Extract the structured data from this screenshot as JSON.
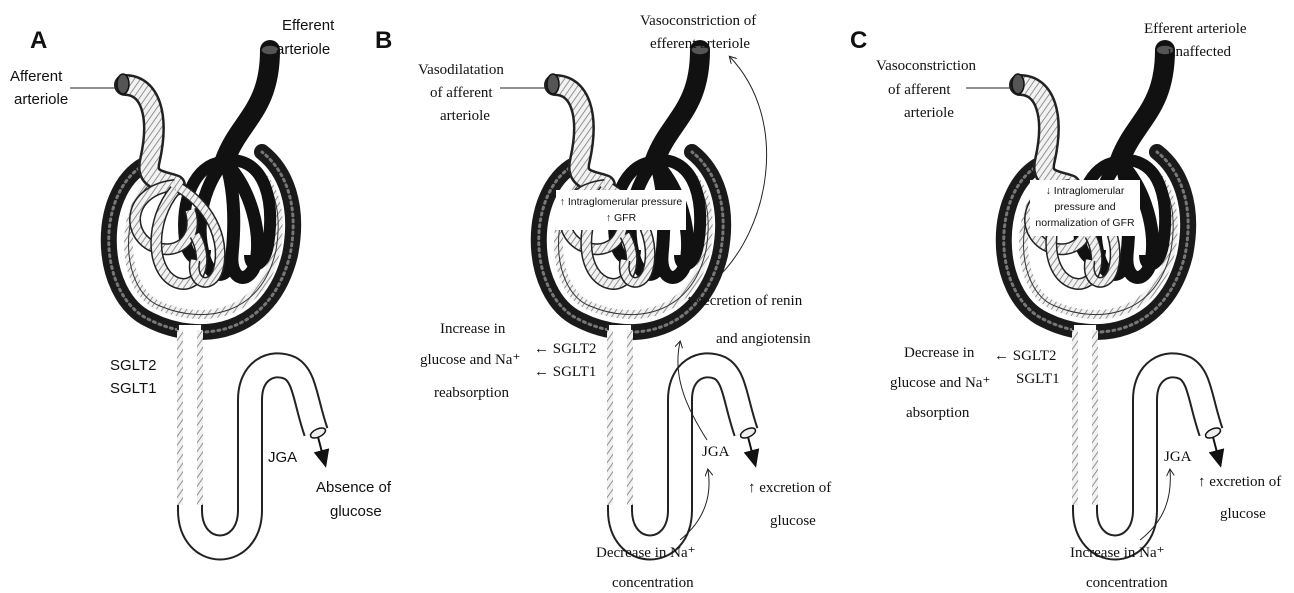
{
  "panels": [
    {
      "letter": "A",
      "labels": {
        "afferent": [
          "Afferent",
          "arteriole"
        ],
        "efferent": [
          "Efferent",
          "arteriole"
        ],
        "sglt2": "SGLT2",
        "sglt1": "SGLT1",
        "jga": "JGA",
        "outcome": [
          "Absence of",
          "glucose"
        ]
      }
    },
    {
      "letter": "B",
      "labels": {
        "afferent": [
          "Vasodilatation",
          "of afferent",
          "arteriole"
        ],
        "efferent": [
          "Vasoconstriction of",
          "efferent arteriole"
        ],
        "inner": [
          "↑ Intraglomerular pressure",
          "↑ GFR"
        ],
        "renin": [
          "↑ secretion of renin",
          "and angiotensin"
        ],
        "reabsorption": [
          "Increase in",
          "glucose and Na⁺",
          "reabsorption"
        ],
        "sglt2": "← SGLT2",
        "sglt1": "← SGLT1",
        "jga": "JGA",
        "excretion": [
          "↑ excretion of",
          "glucose"
        ],
        "na": [
          "Decrease in Na⁺",
          "concentration"
        ]
      }
    },
    {
      "letter": "C",
      "labels": {
        "afferent": [
          "Vasoconstriction",
          "of afferent",
          "arteriole"
        ],
        "efferent": [
          "Efferent arteriole",
          "unaffected"
        ],
        "inner": [
          "↓ Intraglomerular",
          "pressure and",
          "normalization of GFR"
        ],
        "reabsorption": [
          "Decrease in",
          "glucose and Na⁺",
          "absorption"
        ],
        "sglt2": "← SGLT2",
        "sglt1": "SGLT1",
        "jga": "JGA",
        "excretion": [
          "↑ excretion of",
          "glucose"
        ],
        "na": [
          "Increase in Na⁺",
          "concentration"
        ]
      }
    }
  ]
}
